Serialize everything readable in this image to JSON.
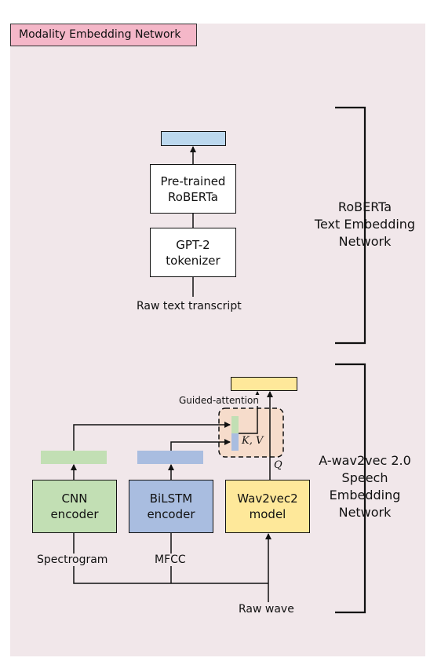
{
  "header": {
    "title": "Modality Embedding Network"
  },
  "text_branch": {
    "model_lines": [
      "Pre-trained",
      "RoBERTa"
    ],
    "tokenizer_lines": [
      "GPT-2",
      "tokenizer"
    ],
    "input_label": "Raw text transcript",
    "bracket_lines": [
      "RoBERTa",
      "Text Embedding",
      "Network"
    ]
  },
  "speech_branch": {
    "cnn_lines": [
      "CNN",
      "encoder"
    ],
    "bilstm_lines": [
      "BiLSTM",
      "encoder"
    ],
    "wav2vec_lines": [
      "Wav2vec2",
      "model"
    ],
    "spectrogram_label": "Spectrogram",
    "mfcc_label": "MFCC",
    "raw_wave_label": "Raw wave",
    "guided_attention_label": "Guided-attention",
    "kv_label": "K, V",
    "q_label": "Q",
    "bracket_lines": [
      "A-wav2vec 2.0",
      "Speech",
      "Embedding",
      "Network"
    ]
  },
  "colors": {
    "background": "#f1e7ea",
    "title_tag": "#f4b7c8",
    "text_embedding": "#bcd8ee",
    "cnn": "#c2dfb4",
    "bilstm": "#a9bde0",
    "wav2vec": "#fee89a",
    "attention_region": "#f6dccb"
  }
}
